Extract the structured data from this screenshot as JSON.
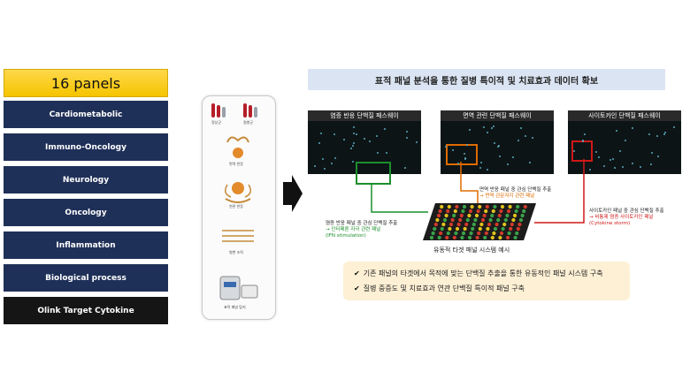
{
  "panels": {
    "header": "16 panels",
    "items": [
      "Cardiometabolic",
      "Immuno-Oncology",
      "Neurology",
      "Oncology",
      "Inflammation",
      "Biological process",
      "Olink Target Cytokine"
    ]
  },
  "assay": {
    "labels": [
      "정상군",
      "질병군",
      "면역 반응",
      "연관 반응",
      "병변 조직",
      "표적 패널 탐지"
    ]
  },
  "title": "표적 패널 분석을 통한 질병 특이적 및 치료효과 데이터 확보",
  "pathways": [
    "염증 반응 단백질 패스웨이",
    "면역 관련 단백질 패스웨이",
    "사이토카인 단백질 패스웨이"
  ],
  "annotations": {
    "left": {
      "line1": "염증 반응 패널 중 관심 단백질 추출",
      "line2": "→ 인터페론 자극 관련 패널",
      "line3": "(IFN stimulation)"
    },
    "middle": {
      "line1": "면역 반응 패널 중 관심 단백질 추출",
      "line2": "→ 면역 관문저지 관련 패널"
    },
    "right": {
      "line1": "사이토카인 패널 중 관심 단백질 추출",
      "line2": "→ 비통제 염증 사이토카인 패널",
      "line3": "(Cytokine storm)"
    }
  },
  "plate_caption": "유동적 타겟 패널 시스템 예시",
  "summary": [
    "기존 패널의 타겟에서 목적에 맞는 단백질 추출을 통한 유동적인 패널 시스템 구축",
    "질병 중증도 및 치료효과 연관 단백질 특이적 패널 구축"
  ],
  "colors": {
    "green": "#1a8f2a",
    "orange": "#e06b00",
    "red": "#d01818",
    "navy": "#1f3058",
    "gold": "#f5c400"
  }
}
